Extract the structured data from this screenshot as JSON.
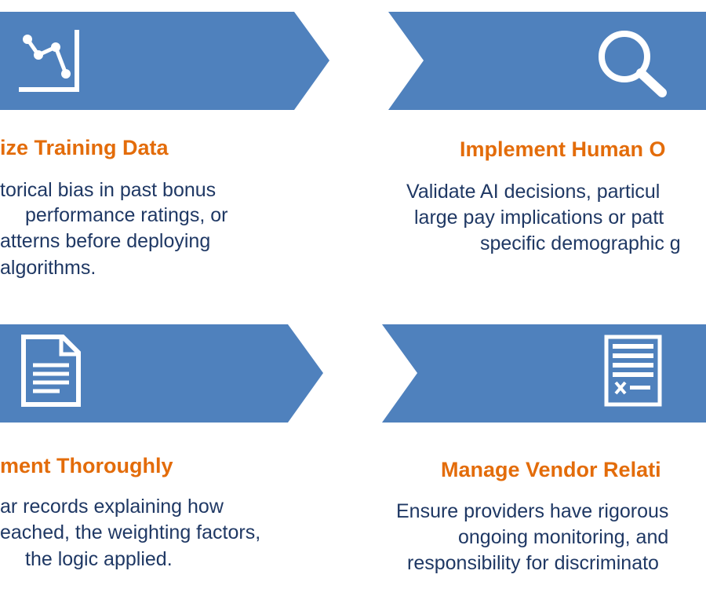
{
  "colors": {
    "banner": "#4f81bd",
    "title": "#e36c0a",
    "text": "#1f3864",
    "icon": "#ffffff"
  },
  "cards": [
    {
      "icon": "line-chart-icon",
      "title": "ize Training Data",
      "lines": [
        "torical bias in past bonus",
        "performance ratings, or",
        "atterns before deploying",
        "algorithms."
      ]
    },
    {
      "icon": "magnifier-icon",
      "title": "Implement Human O",
      "lines": [
        "Validate AI decisions, particul",
        "large pay implications or patt",
        "specific demographic g"
      ]
    },
    {
      "icon": "document-icon",
      "title": "ment Thoroughly",
      "lines": [
        "ar records explaining how",
        "eached, the weighting factors,",
        "the logic applied."
      ]
    },
    {
      "icon": "checklist-icon",
      "title": "Manage Vendor Relati",
      "lines": [
        "Ensure providers have rigorous",
        "ongoing monitoring, and",
        "responsibility for discriminato"
      ]
    }
  ]
}
